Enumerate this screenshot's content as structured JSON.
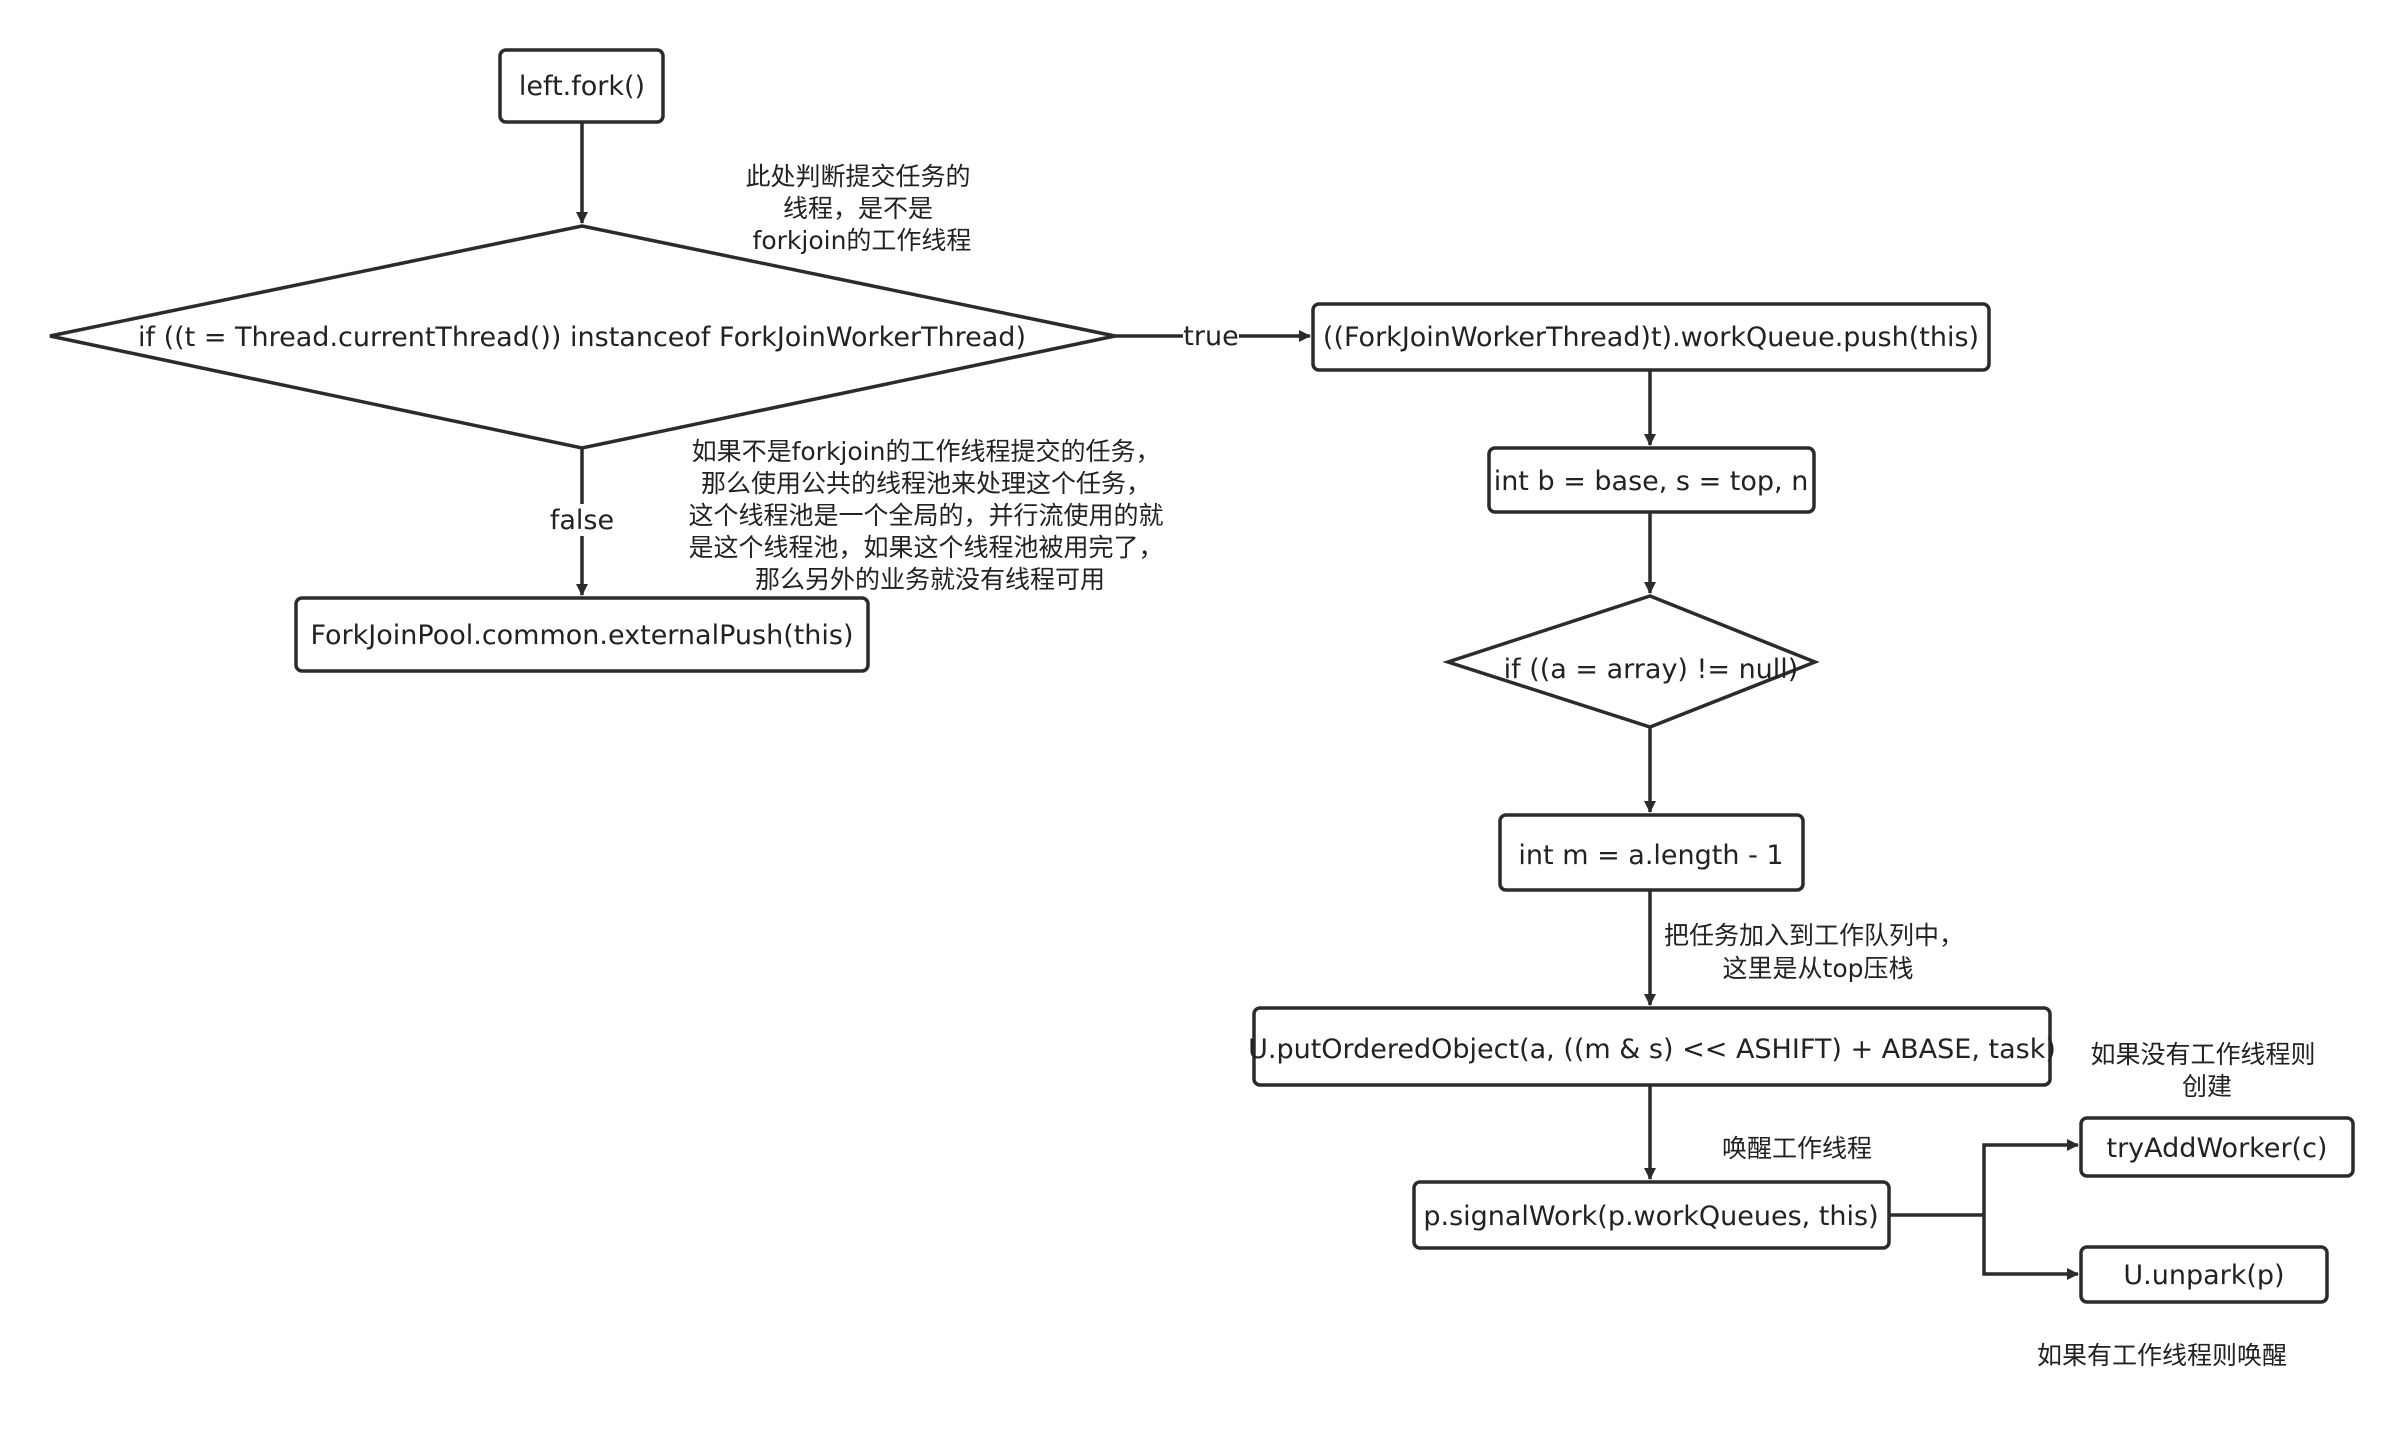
{
  "nodes": {
    "start": "left.fork()",
    "decision_thread": "if ((t = Thread.currentThread()) instanceof ForkJoinWorkerThread)",
    "external_push": "ForkJoinPool.common.externalPush(this)",
    "queue_push": "((ForkJoinWorkerThread)t).workQueue.push(this)",
    "init_vars": "int b = base, s = top, n",
    "decision_array": "if ((a = array) != null)",
    "calc_mask": "int m = a.length - 1",
    "put_ordered": "U.putOrderedObject(a, ((m & s) << ASHIFT) + ABASE, task)",
    "signal_work": "p.signalWork(p.workQueues, this)",
    "try_add_worker": "tryAddWorker(c)",
    "unpark": "U.unpark(p)"
  },
  "edge_labels": {
    "true": "true",
    "false": "false"
  },
  "notes": {
    "check_thread": [
      "此处判断提交任务的",
      "线程，是不是",
      "forkjoin的工作线程"
    ],
    "common_pool": [
      "如果不是forkjoin的工作线程提交的任务，",
      "那么使用公共的线程池来处理这个任务，",
      "这个线程池是一个全局的，并行流使用的就",
      "是这个线程池，如果这个线程池被用完了，",
      "那么另外的业务就没有线程可用"
    ],
    "push_top": [
      "把任务加入到工作队列中，",
      "这里是从top压栈"
    ],
    "wake_worker": [
      "唤醒工作线程"
    ],
    "create_worker": [
      "如果没有工作线程则",
      "创建"
    ],
    "wake_if_exists": [
      "如果有工作线程则唤醒"
    ]
  }
}
